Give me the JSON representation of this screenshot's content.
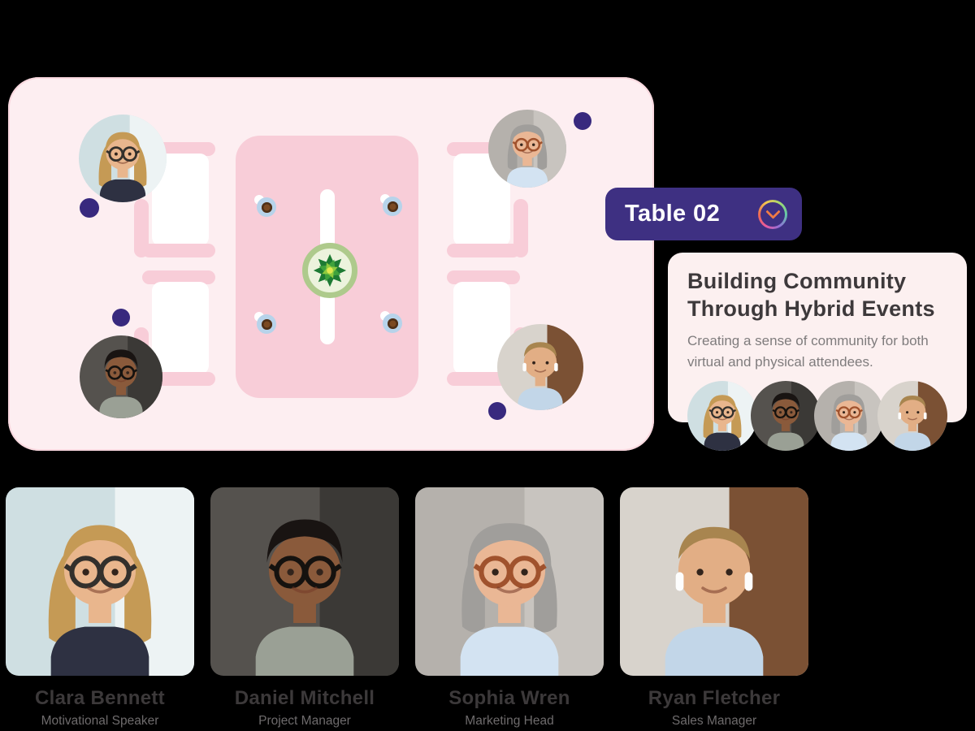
{
  "palette": {
    "page_bg": "#000000",
    "panel_bg": "#fdeef1",
    "panel_edge": "#f9d8df",
    "furniture_pink": "#f8cdd8",
    "seat_white": "#ffffff",
    "dot_purple": "#38297e",
    "badge_purple": "#3e3082",
    "chevron_orange": "#ef7b45",
    "ring_gradient": "conic-gradient(from 210deg, #e85aa0, #ef6a52, #f3c64f, #a5d96e, #63c9a8, #8f6fd8, #e85aa0)",
    "card_bg": "#fcf0f0",
    "title_dark": "#3d393b",
    "body_gray": "#7f7c7d",
    "name_dark": "#3c393a",
    "role_gray": "#6e6b6c",
    "saucer_blue": "#b7d3ea",
    "coffee_brown": "#7b4a22",
    "coffee_dark": "#4e3018",
    "plant_ring": "#aeca8c",
    "plant_inner": "#ecf3dd",
    "leaf_dark": "#1d7a33",
    "leaf_mid": "#3fa23c",
    "leaf_light": "#8fca3e",
    "leaf_center": "#e0e84e"
  },
  "badge": {
    "label": "Table 02",
    "icon": "chevron-down-icon"
  },
  "session": {
    "title": "Building Community Through Hybrid Events",
    "description": "Creating a sense of community for both virtual and physical attendees."
  },
  "attendees": [
    {
      "name": "Clara Bennett",
      "role": "Motivational Speaker",
      "avatar": {
        "bg": "#cfdfe2",
        "bg_accent": "#edf3f4",
        "skin": "#e9b68d",
        "hair": "#c59a55",
        "hair_style": "long",
        "shirt": "#2e3142",
        "glasses": true,
        "glasses_color": "#33302c",
        "earbuds": false
      }
    },
    {
      "name": "Daniel Mitchell",
      "role": "Project Manager",
      "avatar": {
        "bg": "#55524e",
        "bg_accent": "#3b3936",
        "skin": "#8a5a3b",
        "hair": "#191412",
        "hair_style": "short",
        "shirt": "#9aa095",
        "glasses": true,
        "glasses_color": "#15120f",
        "earbuds": false
      }
    },
    {
      "name": "Sophia Wren",
      "role": "Marketing Head",
      "avatar": {
        "bg": "#b5b1ac",
        "bg_accent": "#c8c4bf",
        "skin": "#eab795",
        "hair": "#a09e9b",
        "hair_style": "bob",
        "shirt": "#d3e3f2",
        "glasses": true,
        "glasses_color": "#a0522d",
        "earbuds": false
      }
    },
    {
      "name": "Ryan Fletcher",
      "role": "Sales Manager",
      "avatar": {
        "bg": "#d8d3cc",
        "bg_accent": "#7b5134",
        "skin": "#e2ae85",
        "hair": "#a8854f",
        "hair_style": "slick",
        "shirt": "#c2d6e8",
        "glasses": false,
        "glasses_color": "",
        "earbuds": true
      }
    }
  ]
}
